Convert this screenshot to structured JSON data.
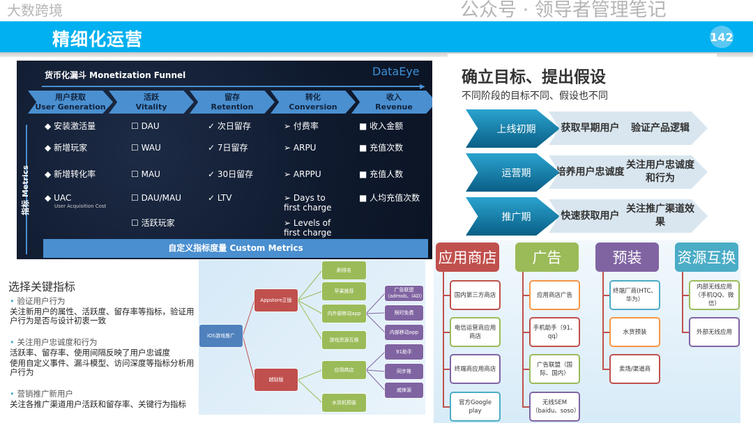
{
  "header": {
    "title": "精细化运营",
    "page_number": "142",
    "bar_color": "#00b0f0"
  },
  "funnel": {
    "title": "货币化漏斗 Monetization Funnel",
    "brand": "DataEye",
    "side_label": "指标 Metrics",
    "stages": [
      {
        "cn": "用户获取",
        "en": "User Generation"
      },
      {
        "cn": "活跃",
        "en": "Vitality"
      },
      {
        "cn": "留存",
        "en": "Retention"
      },
      {
        "cn": "转化",
        "en": "Conversion"
      },
      {
        "cn": "收入",
        "en": "Revenue"
      }
    ],
    "columns": [
      {
        "bullet": "◆",
        "items": [
          "安装激活量",
          "新增玩家",
          "新增转化率",
          "UAC"
        ],
        "note": "User Acquisition Cost"
      },
      {
        "bullet": "☐",
        "items": [
          "DAU",
          "WAU",
          "MAU",
          "DAU/MAU",
          "活跃玩家"
        ]
      },
      {
        "bullet": "✓",
        "items": [
          "次日留存",
          "7日留存",
          "30日留存",
          "LTV"
        ]
      },
      {
        "bullet": "➢",
        "items": [
          "付费率",
          "ARPU",
          "ARPPU",
          "Days to first charge",
          "Levels of first charge"
        ]
      },
      {
        "bullet": "■",
        "items": [
          "收入金额",
          "充值次数",
          "充值人数",
          "人均充值次数"
        ]
      }
    ],
    "custom": "自定义指标度量 Custom Metrics"
  },
  "goals": {
    "title": "确立目标、提出假设",
    "subtitle": "不同阶段的目标不同、假设也不同",
    "rows": [
      {
        "stage": "上线初期",
        "goal": "获取早期用户",
        "hypothesis": "验证产品逻辑"
      },
      {
        "stage": "运营期",
        "goal": "培养用户忠诚度",
        "hypothesis": "关注用户忠诚度和行为"
      },
      {
        "stage": "推广期",
        "goal": "快速获取用户",
        "hypothesis": "关注推广渠道效果"
      }
    ]
  },
  "keys": {
    "title": "选择关键指标",
    "sections": [
      {
        "heading": "验证用户行为",
        "lines": [
          "关注新用户的属性、活跃度、留存率等指标，验证用户行为是否与设计初衷一致"
        ]
      },
      {
        "heading": "关注用户忠诚度和行为",
        "lines": [
          "活跃率、留存率、使用间隔反映了用户忠诚度",
          "使用自定义事件、漏斗模型、访问深度等指标分析用户行为"
        ]
      },
      {
        "heading": "营销推广新用户",
        "lines": [
          "关注各推广渠道用户活跃和留存率、关键行为指标"
        ]
      }
    ]
  },
  "mindmap": {
    "root": "IOS游戏推广",
    "branches": [
      {
        "label": "Appstore正版",
        "children": [
          "刷排名",
          "苹果推荐",
          "内外部移动app",
          "游戏资源互换"
        ],
        "sub": {
          "parent": "内外部移动app",
          "items": [
            "广告联盟（admob、iAD）",
            "限时免费",
            "内部移动app"
          ]
        }
      },
      {
        "label": "越狱版",
        "children": [
          "应用商店",
          "水货机预装"
        ],
        "sub": {
          "parent": "应用商店",
          "items": [
            "91助手",
            "同步推",
            "威锋源"
          ]
        }
      }
    ],
    "colors": {
      "root": "#4f81bd",
      "branch": "#c0504d",
      "leaf": "#9bbb59",
      "sub": "#8064a2"
    }
  },
  "channels": [
    {
      "title": "应用商店",
      "color": "#c0504d",
      "items": [
        "国内第三方商店",
        "电信运营商应用商店",
        "终端商应用商店",
        "官方Google play"
      ],
      "borders": [
        "#c0504d",
        "#9bbb59",
        "#8064a2",
        "#4bacc6"
      ]
    },
    {
      "title": "广告",
      "color": "#9bbb59",
      "items": [
        "应用商店广告",
        "手机助手（91、qq）",
        "广告联盟（国际、国内）",
        "无线SEM（baidu、soso）"
      ],
      "borders": [
        "#f79646",
        "#c0504d",
        "#9bbb59",
        "#8064a2"
      ]
    },
    {
      "title": "预装",
      "color": "#8064a2",
      "items": [
        "终端厂商(HTC、华为）",
        "水货预装",
        "卖场/渠道商"
      ],
      "borders": [
        "#4bacc6",
        "#f79646",
        "#c0504d"
      ]
    },
    {
      "title": "资源互换",
      "color": "#4bacc6",
      "items": [
        "内部无线应用（手机QQ、微信）",
        "外部无线应用"
      ],
      "borders": [
        "#9bbb59",
        "#8064a2"
      ]
    }
  ],
  "watermarks": [
    "公众号 · 领导者管理笔记",
    "大数跨境"
  ]
}
